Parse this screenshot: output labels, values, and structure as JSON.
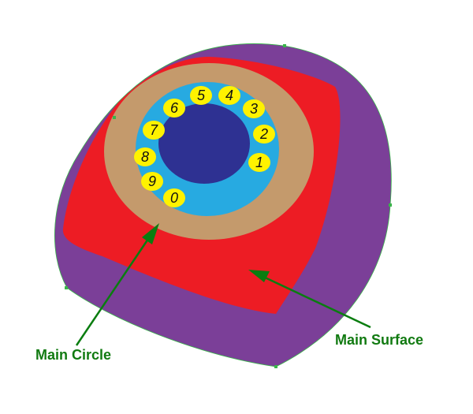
{
  "colors": {
    "background": "#ffffff",
    "outer_shell": "#7b3f98",
    "main_surface": "#ed1c24",
    "main_circle": "#c49a6c",
    "dial_ring": "#27aae1",
    "center": "#2e3192",
    "finger_hole": "#fff200",
    "label": "#117a11",
    "node": "#39b54a",
    "arrow": "#0a7d10"
  },
  "dial": {
    "digits": [
      "1",
      "2",
      "3",
      "4",
      "5",
      "6",
      "7",
      "8",
      "9",
      "0"
    ]
  },
  "labels": {
    "main_circle": "Main Circle",
    "main_surface": "Main Surface"
  }
}
